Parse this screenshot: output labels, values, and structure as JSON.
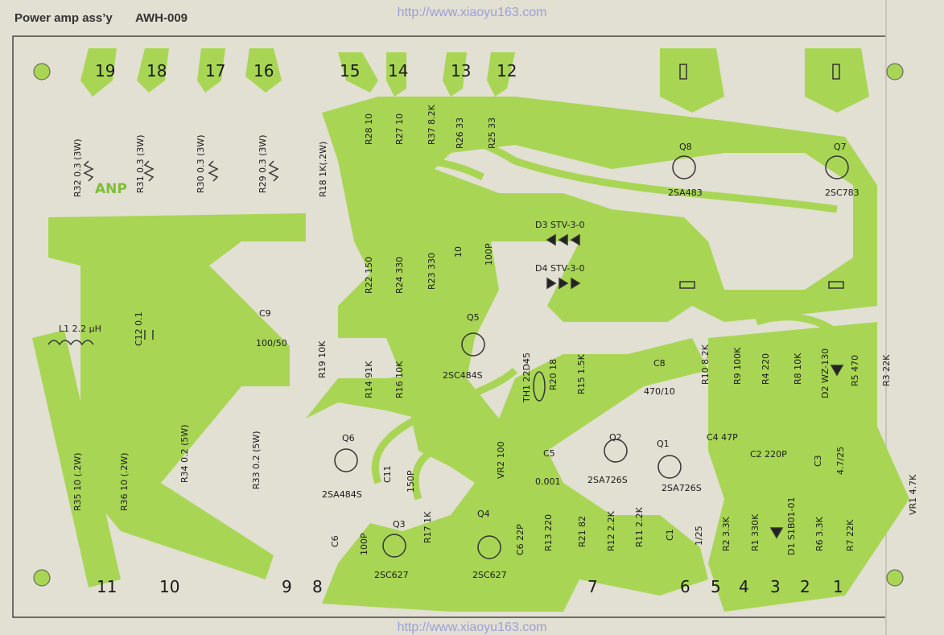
{
  "header": {
    "title": "Power amp ass’y",
    "code": "AWH-009"
  },
  "watermark": "http://www.xiaoyu163.com",
  "board_label": "ANP",
  "colors": {
    "background": "#e2dfd3",
    "trace": "#a8d654",
    "ink": "#1a1a1a"
  },
  "pins": [
    "19",
    "18",
    "17",
    "16",
    "15",
    "14",
    "13",
    "12",
    "11",
    "10",
    "9",
    "8",
    "7",
    "6",
    "5",
    "4",
    "3",
    "2",
    "1"
  ],
  "components": {
    "r32": "R32 0.3 (3W)",
    "r31": "R31 0.3 (3W)",
    "r30": "R30 0.3 (3W)",
    "r29": "R29 0.3 (3W)",
    "r18": "R18 1K(.2W)",
    "r28": "R28 10",
    "r27": "R27 10",
    "r37": "R37 8.2K",
    "r26": "R26 33",
    "r25": "R25 33",
    "q8": "Q8",
    "q8_type": "2SA483",
    "q7": "Q7",
    "q7_type": "2SC783",
    "d3": "D3 STV-3-0",
    "d4": "D4 STV-3-0",
    "c10": "10",
    "c10b": "100P",
    "r22": "R22 150",
    "r24": "R24 330",
    "r23": "R23 330",
    "q5": "Q5",
    "q5_type": "2SC484S",
    "l1": "L1 2.2 μH",
    "c12": "C12 0.1",
    "c9": "C9",
    "c9_val": "100/50",
    "r19": "R19 10K",
    "r14": "R14 91K",
    "r16": "R16 10K",
    "th1": "TH1 22D45",
    "r20": "R20 18",
    "r15": "R15 1.5K",
    "c8": "C8",
    "c8_val": "470/10",
    "r10": "R10 8.2K",
    "r9": "R9 100K",
    "r4": "R4 220",
    "r8": "R8 10K",
    "d2": "D2 WZ-130",
    "r5": "R5 470",
    "r3": "R3 22K",
    "q6": "Q6",
    "q6_type": "2SA484S",
    "c11": "C11",
    "c11_val": "150P",
    "vr2": "VR2 100",
    "c5": "C5",
    "c5_val": "0.001",
    "q2": "Q2",
    "q2_type": "2SA726S",
    "q1": "Q1",
    "q1_type": "2SA726S",
    "c4": "C4 47P",
    "c2": "C2 220P",
    "c3": "C3",
    "c3_val": "4.7/25",
    "vr1": "VR1 4.7K",
    "r35": "R35 10 (.2W)",
    "r36": "R36 10 (.2W)",
    "r34": "R34 0.2 (5W)",
    "r33": "R33 0.2 (5W)",
    "c6": "C6",
    "c6_val": "100P",
    "q3": "Q3",
    "q3_type": "2SC627",
    "r17": "R17 1K",
    "q4": "Q4",
    "q4_type": "2SC627",
    "c6b": "C6 22P",
    "r13": "R13 220",
    "r21": "R21 82",
    "r12": "R12 2.2K",
    "r11": "R11 2.2K",
    "c1": "C1",
    "c1_val": "1/25",
    "r2": "R2 3.3K",
    "r1": "R1 330K",
    "d1": "D1 S1B01-01",
    "r6": "R6 3.3K",
    "r7": "R7 22K"
  }
}
